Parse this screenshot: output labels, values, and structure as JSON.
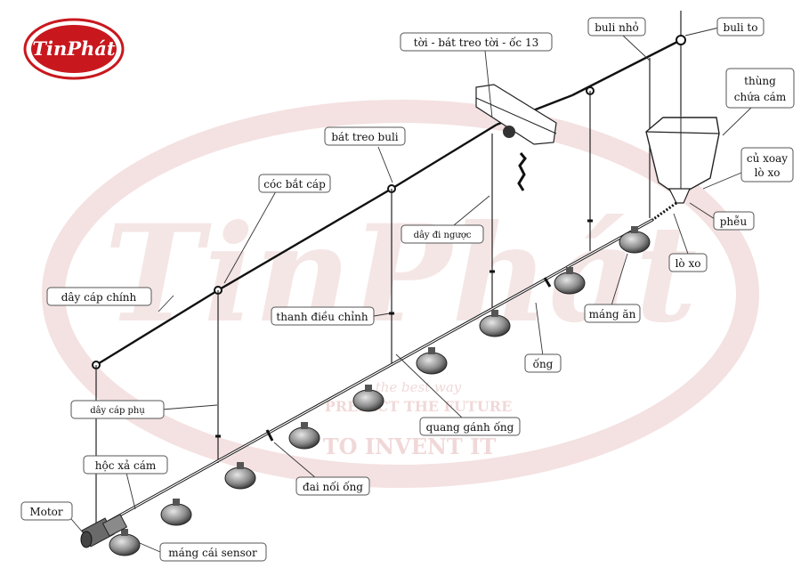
{
  "logo": {
    "text": "TinPhát",
    "color": "#c8181e"
  },
  "watermark": {
    "brand": "TinPhát",
    "slogan_1": "the best way",
    "slogan_2": "PREDICT THE FUTURE",
    "slogan_3": "TO INVENT IT",
    "color": "#f1d6d6"
  },
  "labels": {
    "winch": "tời - bát treo tời - ốc 13",
    "small_pulley": "buli nhỏ",
    "big_pulley": "buli to",
    "hopper_1": "thùng",
    "hopper_2": "chứa cám",
    "auger_1": "củ xoay",
    "auger_2": "lò xo",
    "funnel": "phễu",
    "spring": "lò xo",
    "pulley_mount": "bát treo buli",
    "cable_clamp": "cóc bắt cáp",
    "return_wire": "dây đi ngược",
    "main_cable": "dây cáp chính",
    "adjust_bar": "thanh điều chỉnh",
    "feed_pan": "máng ăn",
    "pipe": "ống",
    "aux_cable": "dây cáp phụ",
    "pipe_hanger": "quang gánh ống",
    "drop_box": "hộc xả cám",
    "pipe_connector": "đai nối ống",
    "motor": "Motor",
    "sensor_pan": "máng cái sensor"
  }
}
